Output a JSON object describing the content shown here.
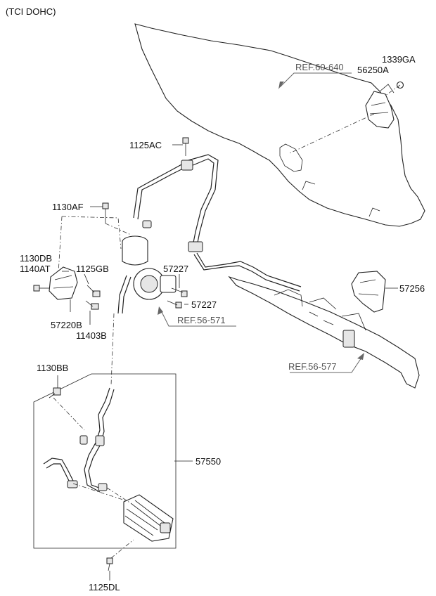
{
  "header": {
    "engine_variant": "(TCI DOHC)"
  },
  "references": {
    "ref_front_panel": "REF.60-640",
    "ref_pump": "REF.56-571",
    "ref_gear_box": "REF.56-577"
  },
  "part_numbers": {
    "p1339GA": "1339GA",
    "p56250A": "56250A",
    "p1125AC": "1125AC",
    "p1130AF": "1130AF",
    "p1130DB": "1130DB",
    "p1140AT": "1140AT",
    "p1125GB": "1125GB",
    "p57227_upper": "57227",
    "p57227_lower": "57227",
    "p57256": "57256",
    "p57220B": "57220B",
    "p11403B": "11403B",
    "p1130BB": "1130BB",
    "p57550": "57550",
    "p1125DL": "1125DL"
  }
}
